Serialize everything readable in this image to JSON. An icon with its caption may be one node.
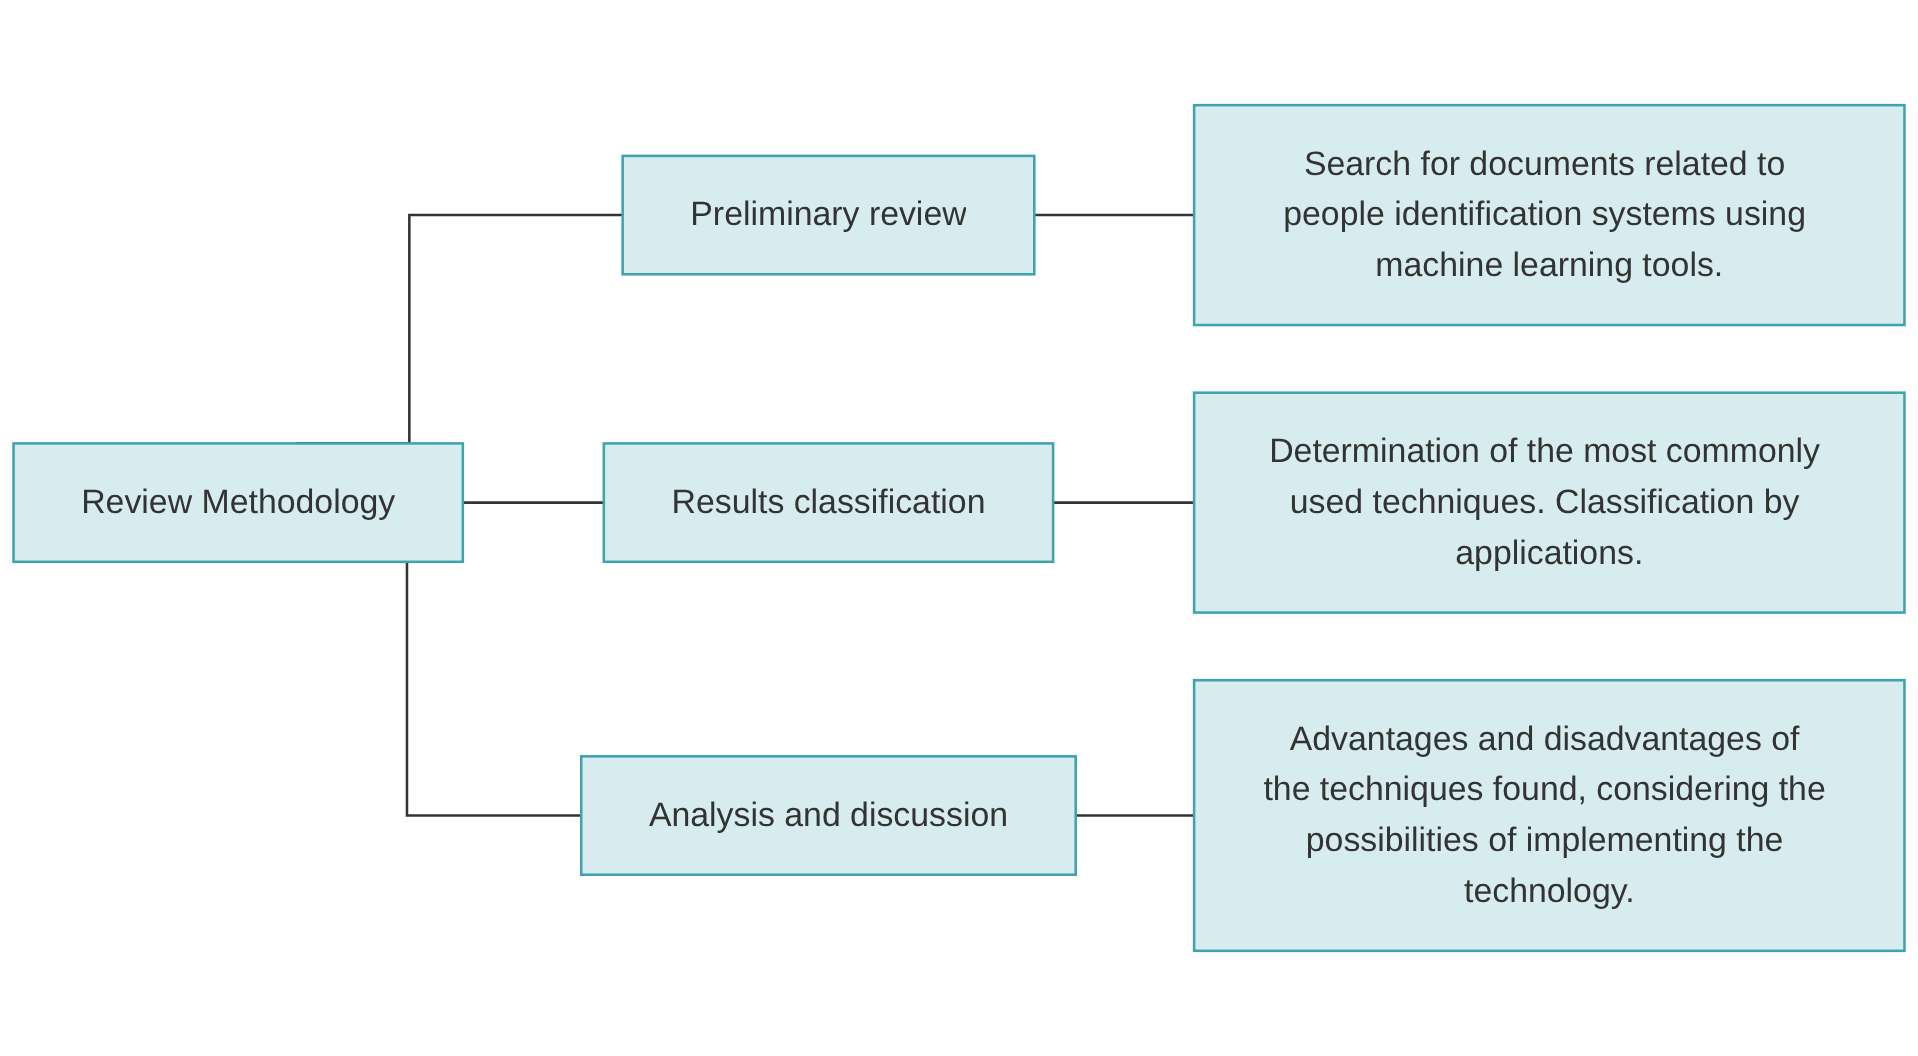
{
  "diagram": {
    "nodes": [
      {
        "text": [
          "Review Methodology"
        ]
      },
      {
        "text": [
          "Preliminary review"
        ]
      },
      {
        "text": [
          "Results classification"
        ]
      },
      {
        "text": [
          "Analysis and discussion"
        ]
      },
      {
        "text": [
          "Search for documents related to people identification systems using machine learning tools."
        ]
      },
      {
        "text": [
          "Determination of the most commonly used techniques. Classification by applications."
        ]
      },
      {
        "text": [
          "Advantages and disadvantages of the techniques found, considering the possibilities of implementing the technology."
        ]
      }
    ],
    "edges": [
      {
        "from": 0,
        "to": 1,
        "arrow": "none"
      },
      {
        "from": 0,
        "to": 2,
        "arrow": "none"
      },
      {
        "from": 0,
        "to": 3,
        "arrow": "none"
      },
      {
        "from": 1,
        "to": 4,
        "arrow": "none"
      },
      {
        "from": 2,
        "to": 5,
        "arrow": "none"
      },
      {
        "from": 3,
        "to": 6,
        "arrow": "none"
      }
    ]
  }
}
